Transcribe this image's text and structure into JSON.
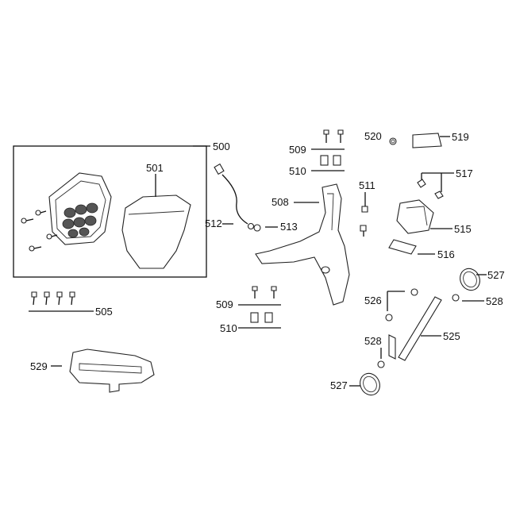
{
  "parts": {
    "p500": "500",
    "p501": "501",
    "p505": "505",
    "p508": "508",
    "p509a": "509",
    "p509b": "509",
    "p510a": "510",
    "p510b": "510",
    "p511": "511",
    "p512": "512",
    "p513": "513",
    "p515": "515",
    "p516": "516",
    "p517": "517",
    "p519": "519",
    "p520": "520",
    "p525": "525",
    "p526": "526",
    "p527a": "527",
    "p527b": "527",
    "p528a": "528",
    "p528b": "528",
    "p529": "529"
  }
}
